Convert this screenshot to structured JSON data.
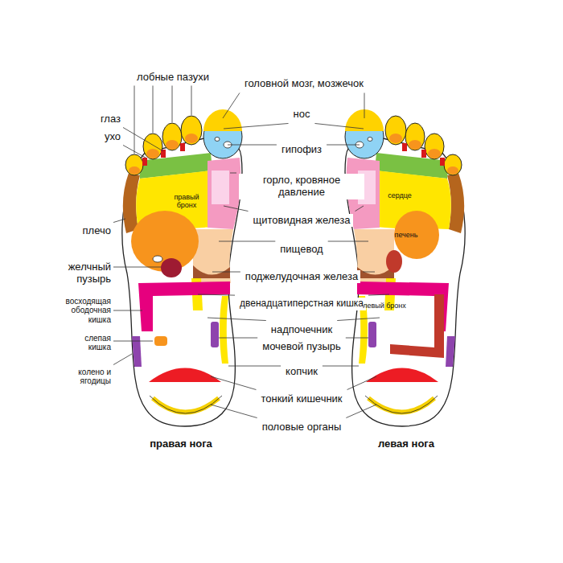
{
  "diagram": {
    "labels": [
      "лобные пазухи",
      "глаз",
      "ухо",
      "головной мозг, мозжечок",
      "нос",
      "гипофиз",
      "горло, кровяное давление",
      "щитовидная железа",
      "пищевод",
      "поджелудочная железа",
      "двенадцатиперстная кишка",
      "надпочечник",
      "мочевой пузырь",
      "копчик",
      "тонкий кишечник",
      "половые органы",
      "правый бронх",
      "сердце",
      "печень",
      "левый бронх",
      "плечо",
      "желчный пузырь",
      "восходящая ободочная кишка",
      "слепая кишка",
      "колено и ягодицы",
      "правая нога",
      "левая нога"
    ]
  }
}
